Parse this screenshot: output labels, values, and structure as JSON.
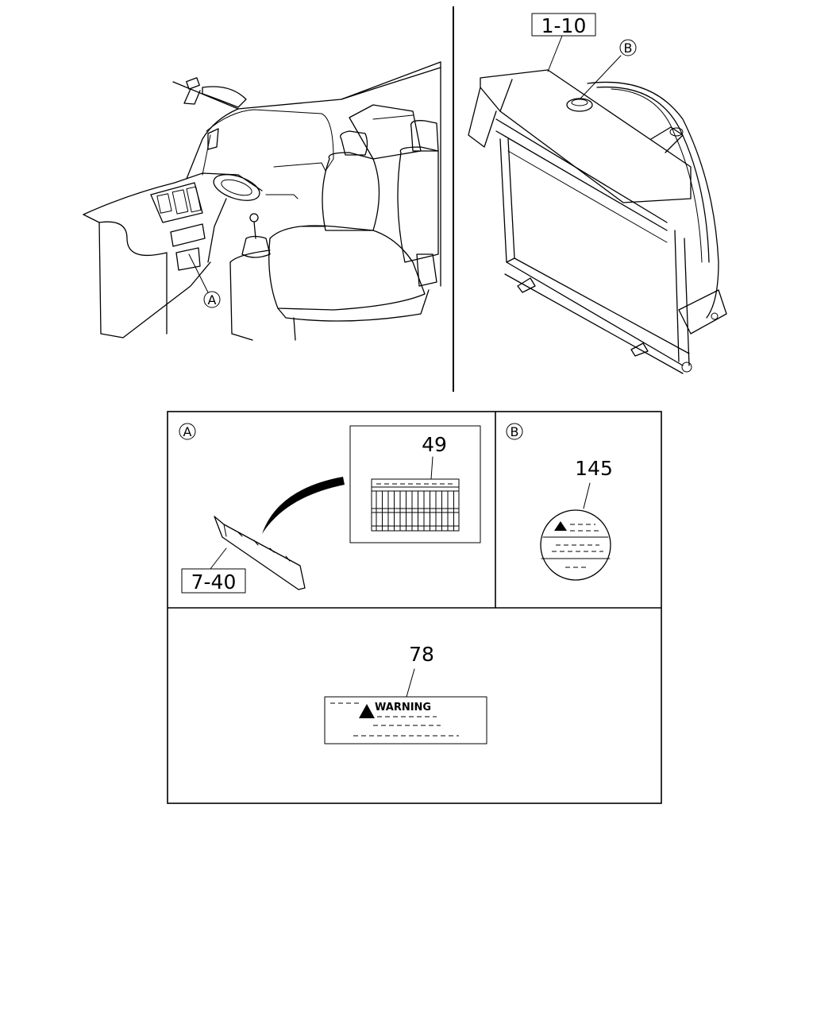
{
  "callouts": {
    "ref_1_10": "1-10",
    "ref_7_40": "7-40",
    "part_49": "49",
    "part_145": "145",
    "part_78": "78"
  },
  "view_markers": {
    "a": "A",
    "b": "B"
  },
  "warning_label": {
    "text": "WARNING"
  }
}
